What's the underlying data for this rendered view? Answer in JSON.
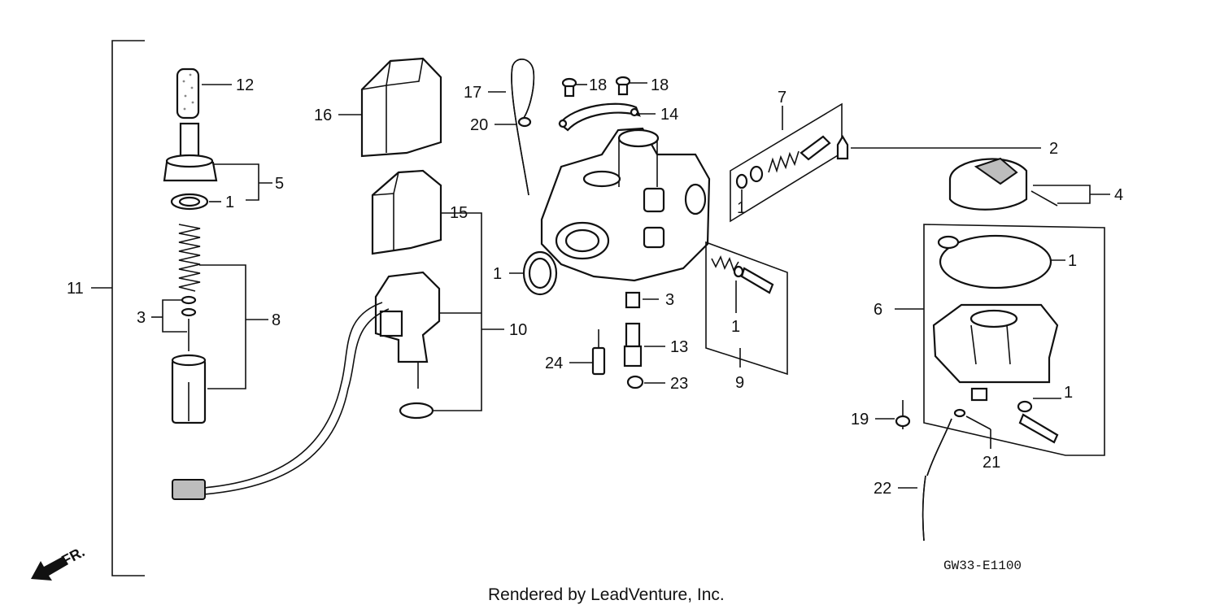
{
  "diagram": {
    "callouts": {
      "c1a": "1",
      "c1b": "1",
      "c1c": "1",
      "c1d": "1",
      "c1e": "1",
      "c1f": "1",
      "c2": "2",
      "c3a": "3",
      "c3b": "3",
      "c4": "4",
      "c5": "5",
      "c6": "6",
      "c7": "7",
      "c8": "8",
      "c9": "9",
      "c10": "10",
      "c11": "11",
      "c12": "12",
      "c13": "13",
      "c14": "14",
      "c15": "15",
      "c16": "16",
      "c17": "17",
      "c18a": "18",
      "c18b": "18",
      "c19": "19",
      "c20": "20",
      "c21": "21",
      "c22": "22",
      "c23": "23",
      "c24": "24"
    },
    "direction_label": "FR.",
    "diagram_code": "GW33-E1100",
    "credit": "Rendered by LeadVenture, Inc."
  }
}
